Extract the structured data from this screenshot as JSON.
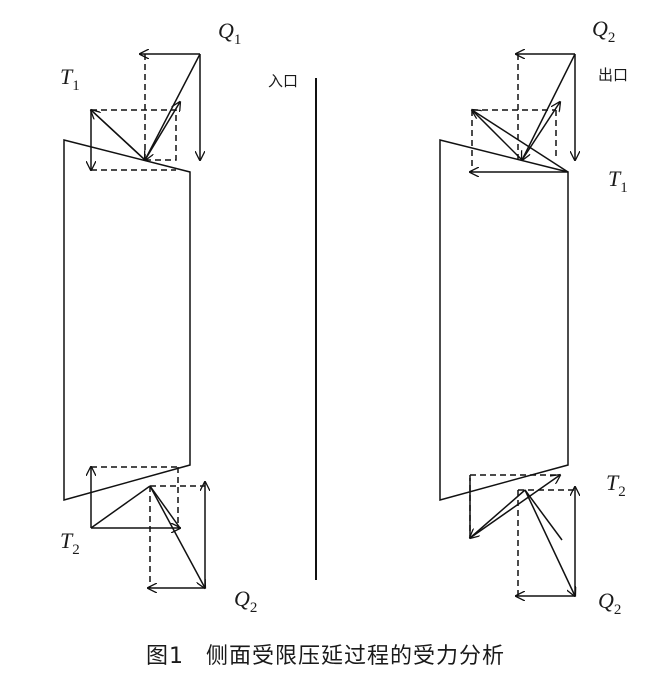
{
  "labels": {
    "left_Q": "Q",
    "left_Q_sub": "1",
    "left_T": "T",
    "left_T_sub": "1",
    "left_T_bottom": "T",
    "left_T_bottom_sub": "2",
    "left_Q_bottom": "Q",
    "left_Q_bottom_sub": "2",
    "right_Q": "Q",
    "right_Q_sub": "2",
    "right_T": "T",
    "right_T_sub": "1",
    "right_T_bottom": "T",
    "right_T_bottom_sub": "2",
    "right_Q_bottom": "Q",
    "right_Q_bottom_sub": "2",
    "entry": "入口",
    "exit": "出口"
  },
  "caption": {
    "figure_number": "图1",
    "title": "侧面受限压延过程的受力分析"
  }
}
